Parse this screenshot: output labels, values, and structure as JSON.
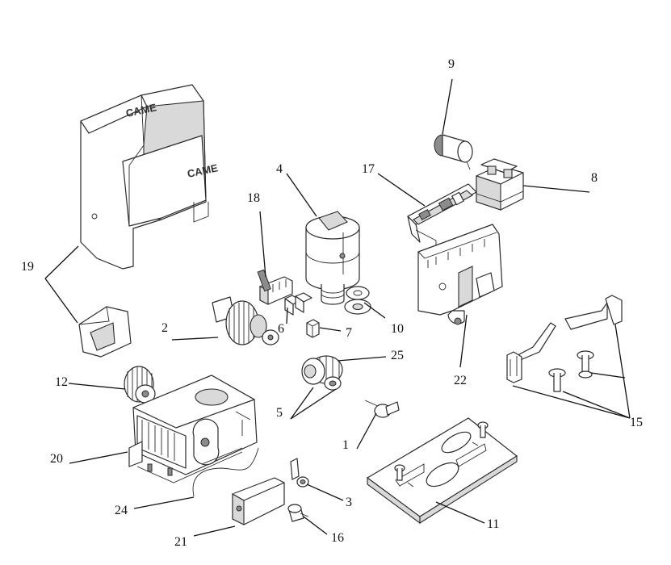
{
  "brand": "CAME",
  "callouts": {
    "c1": "1",
    "c2": "2",
    "c3": "3",
    "c4": "4",
    "c5": "5",
    "c6": "6",
    "c7": "7",
    "c8": "8",
    "c9": "9",
    "c10": "10",
    "c11": "11",
    "c12": "12",
    "c15": "15",
    "c16": "16",
    "c17": "17",
    "c18": "18",
    "c19": "19",
    "c20": "20",
    "c21": "21",
    "c22": "22",
    "c24": "24",
    "c25": "25"
  }
}
